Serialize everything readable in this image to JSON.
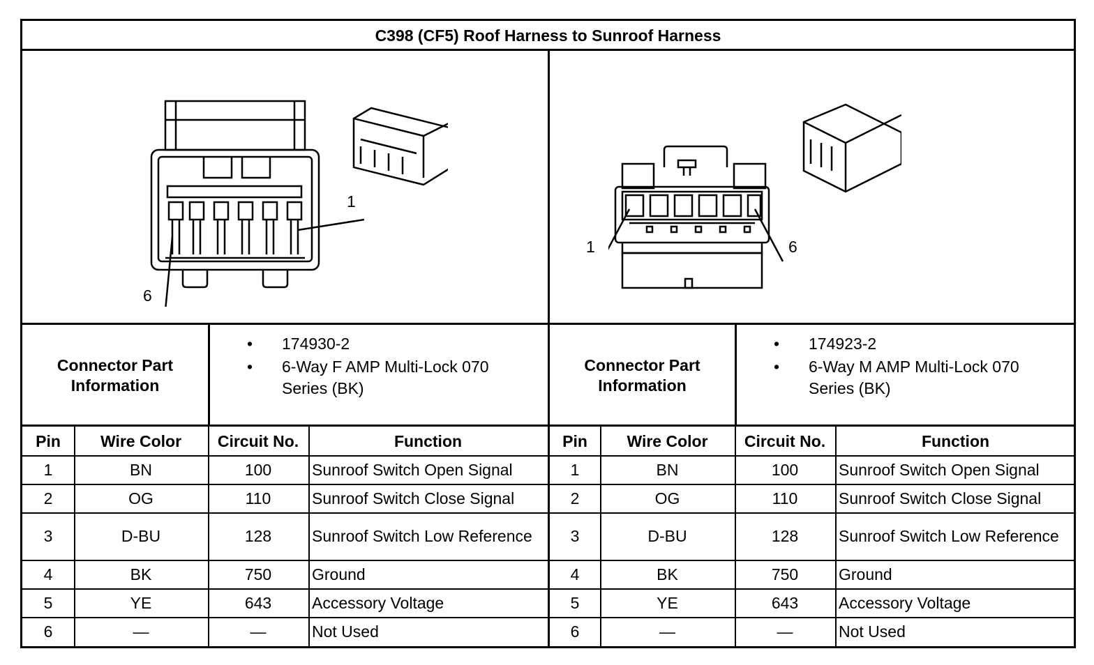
{
  "title": "C398 (CF5) Roof Harness to Sunroof Harness",
  "left": {
    "callouts": {
      "pin1": "1",
      "pin6": "6"
    },
    "part_label": "Connector Part Information",
    "part_items": [
      "174930-2",
      "6-Way F AMP Multi-Lock 070 Series (BK)"
    ]
  },
  "right": {
    "callouts": {
      "pin1": "1",
      "pin6": "6"
    },
    "part_label": "Connector Part Information",
    "part_items": [
      "174923-2",
      "6-Way M AMP Multi-Lock 070 Series (BK)"
    ]
  },
  "table": {
    "headers": [
      "Pin",
      "Wire Color",
      "Circuit No.",
      "Function"
    ],
    "rows": [
      {
        "pin": "1",
        "color": "BN",
        "circuit": "100",
        "function": "Sunroof Switch Open Signal"
      },
      {
        "pin": "2",
        "color": "OG",
        "circuit": "110",
        "function": "Sunroof Switch Close Signal"
      },
      {
        "pin": "3",
        "color": "D-BU",
        "circuit": "128",
        "function": "Sunroof Switch Low Reference"
      },
      {
        "pin": "4",
        "color": "BK",
        "circuit": "750",
        "function": "Ground"
      },
      {
        "pin": "5",
        "color": "YE",
        "circuit": "643",
        "function": "Accessory Voltage"
      },
      {
        "pin": "6",
        "color": "—",
        "circuit": "—",
        "function": "Not Used"
      }
    ]
  }
}
